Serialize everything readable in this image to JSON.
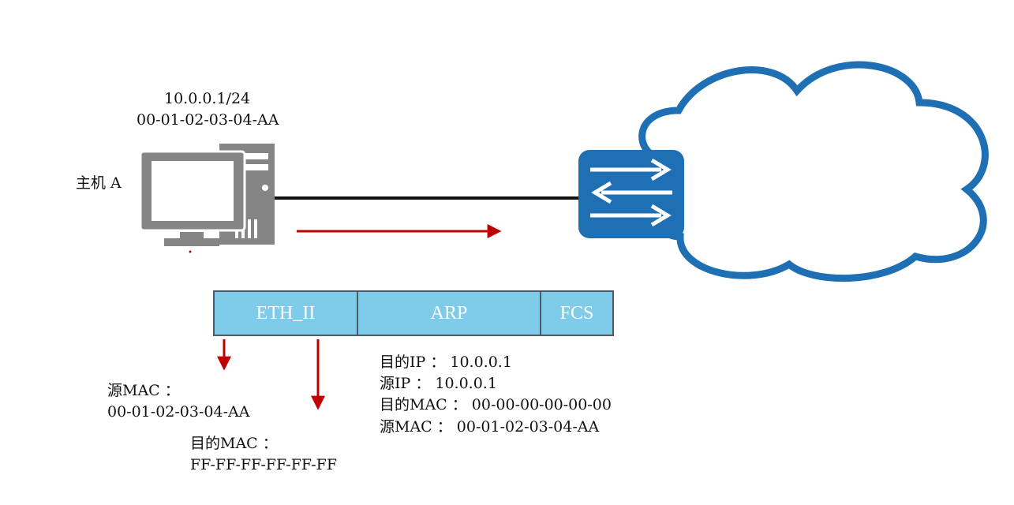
{
  "host": {
    "ip": "10.0.0.1/24",
    "mac": "00-01-02-03-04-AA",
    "label": "主机 A"
  },
  "frame": {
    "eth": "ETH_II",
    "arp": "ARP",
    "fcs": "FCS"
  },
  "eth_fields": {
    "src_label": "源MAC ：",
    "src_value": "00-01-02-03-04-AA",
    "dst_label": "目的MAC ：",
    "dst_value": "FF-FF-FF-FF-FF-FF"
  },
  "arp_fields": {
    "dst_ip": "目的IP ： 10.0.0.1",
    "src_ip": "源IP ： 10.0.0.1",
    "dst_mac": "目的MAC ： 00-00-00-00-00-00",
    "src_mac": "源MAC ： 00-01-02-03-04-AA"
  },
  "colors": {
    "arrow": "#c00000",
    "frame_fill": "#7fcbea",
    "switch": "#1f6fb5",
    "cloud_stroke": "#1f6fb5",
    "computer": "#858585"
  },
  "icons": {
    "host": "desktop-computer-icon",
    "switch": "switch-icon",
    "network": "cloud-icon"
  }
}
